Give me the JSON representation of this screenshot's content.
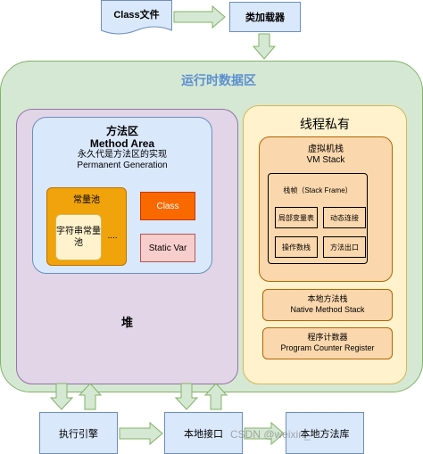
{
  "class_file": {
    "label": "Class文件"
  },
  "class_loader": {
    "label": "类加载器"
  },
  "runtime_area": {
    "title": "运行时数据区"
  },
  "heap": {
    "label": "堆"
  },
  "method_area": {
    "title_cn": "方法区",
    "title_en": "Method Area",
    "subtitle_cn": "永久代是方法区的实现",
    "subtitle_en": "Permanent Generation",
    "constant_pool": {
      "label": "常量池",
      "string_pool": "字符串常量池",
      "ellipsis": "...."
    },
    "class_box": "Class",
    "static_var_box": "Static Var"
  },
  "thread_private": {
    "title": "线程私有",
    "vm_stack": {
      "title_cn": "虚拟机栈",
      "title_en": "VM Stack",
      "stack_frame": "栈帧（Stack Frame）",
      "cells": {
        "local_vars": "局部变量表",
        "dynamic_link": "动态连接",
        "operand_stack": "操作数栈",
        "method_exit": "方法出口"
      }
    },
    "native_stack": {
      "cn": "本地方法栈",
      "en": "Native Method Stack"
    },
    "pc_register": {
      "cn": "程序计数器",
      "en": "Program Counter Register"
    }
  },
  "bottom": {
    "exec_engine": "执行引擎",
    "native_interface": "本地接口",
    "native_lib": "本地方法库"
  },
  "watermark": "CSDN @weixin_4..."
}
